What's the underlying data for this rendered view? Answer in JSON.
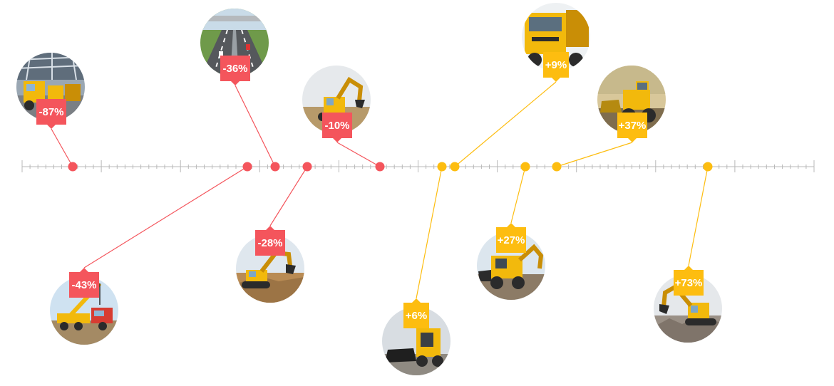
{
  "colors": {
    "negative": "#f4555c",
    "positive": "#fdbd10",
    "axis": "#b8b8b8"
  },
  "events": [
    {
      "id": "e1",
      "label": "-87%",
      "kind": "negative",
      "scene": "factory-hall"
    },
    {
      "id": "e2",
      "label": "-36%",
      "kind": "negative",
      "scene": "highway"
    },
    {
      "id": "e3",
      "label": "-10%",
      "kind": "negative",
      "scene": "excavator-site"
    },
    {
      "id": "e4",
      "label": "-43%",
      "kind": "negative",
      "scene": "crane-truck"
    },
    {
      "id": "e5",
      "label": "-28%",
      "kind": "negative",
      "scene": "excavator-digging"
    },
    {
      "id": "e6",
      "label": "+6%",
      "kind": "positive",
      "scene": "skid-loader"
    },
    {
      "id": "e7",
      "label": "+9%",
      "kind": "positive",
      "scene": "dump-truck"
    },
    {
      "id": "e8",
      "label": "+27%",
      "kind": "positive",
      "scene": "backhoe"
    },
    {
      "id": "e9",
      "label": "+37%",
      "kind": "positive",
      "scene": "wheel-loader"
    },
    {
      "id": "e10",
      "label": "+73%",
      "kind": "positive",
      "scene": "excavator-rubble"
    }
  ]
}
